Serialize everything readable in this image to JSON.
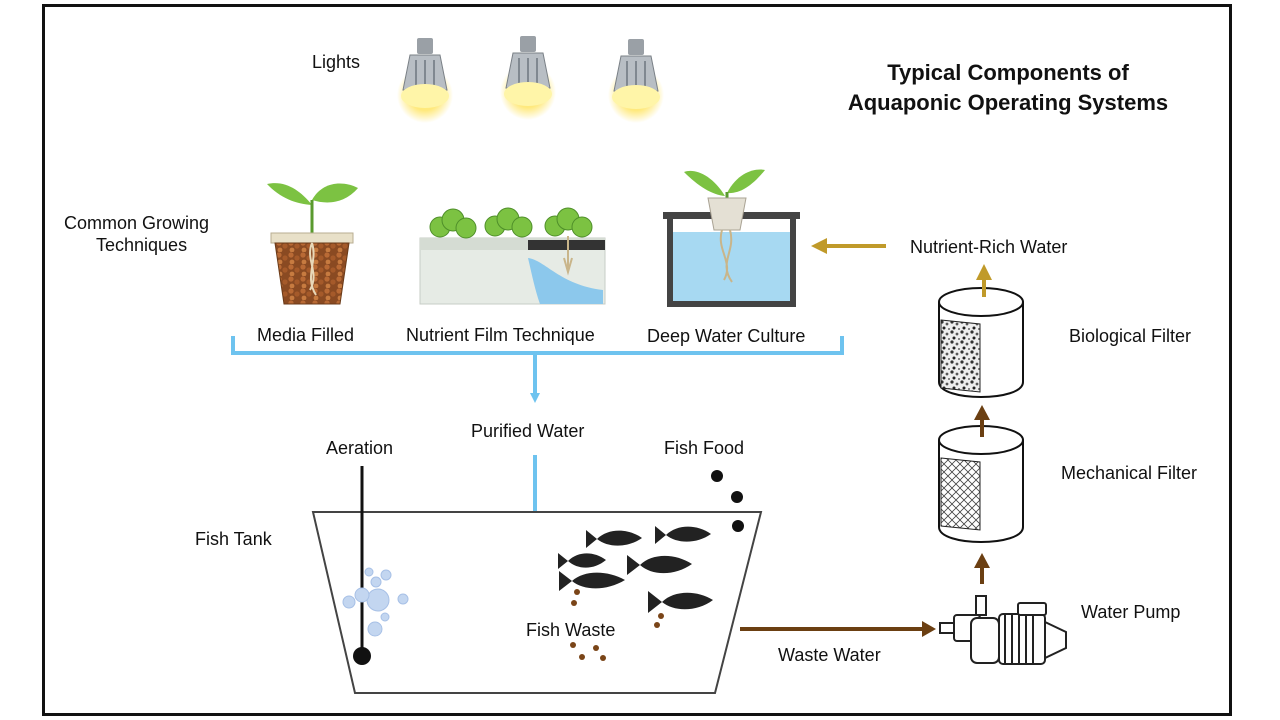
{
  "title": {
    "line1": "Typical Components of",
    "line2": "Aquaponic Operating Systems"
  },
  "labels": {
    "lights": "Lights",
    "growing_line1": "Common Growing",
    "growing_line2": "Techniques",
    "media_filled": "Media Filled",
    "nutrient_film": "Nutrient Film Technique",
    "deep_water": "Deep Water Culture",
    "nutrient_rich_water": "Nutrient-Rich Water",
    "biological_filter": "Biological Filter",
    "mechanical_filter": "Mechanical Filter",
    "water_pump": "Water Pump",
    "waste_water": "Waste Water",
    "purified_water": "Purified Water",
    "aeration": "Aeration",
    "fish_food": "Fish Food",
    "fish_tank": "Fish Tank",
    "fish_waste": "Fish Waste"
  },
  "colors": {
    "purified_flow": "#6ec3ef",
    "nutrient_flow": "#c09a2a",
    "waste_flow": "#6b3f12",
    "tank_water": "#9fd6f2",
    "leaf": "#7cc242",
    "fish": "#222222",
    "bulb_glow": "#ffe566"
  },
  "icons": [
    "light-bulb-icon",
    "plant-icon",
    "fish-icon",
    "pump-icon",
    "filter-icon",
    "bubble-icon"
  ]
}
